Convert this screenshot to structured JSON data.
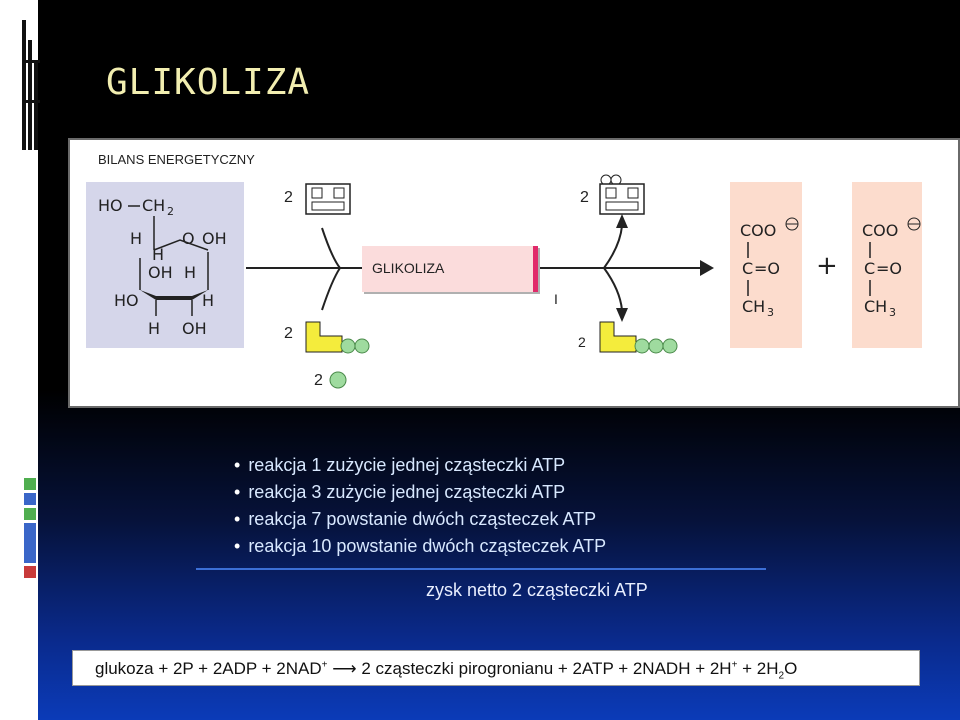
{
  "slide": {
    "title": "GLIKOLIZA",
    "panel_label": "BILANS ENERGETYCZNY",
    "process_label": "GLIKOLIZA",
    "molecule_counts": {
      "nad_in": "2",
      "nadh_out": "2",
      "adp_in": "2",
      "p_in": "2",
      "atp_out": "2",
      "roman_one": "I"
    },
    "glucose_atoms": {
      "ho": "HO",
      "ch2": "CH",
      "ch2_sub": "2",
      "o": "O",
      "oh": "OH",
      "h": "H"
    },
    "pyruvate_atoms": {
      "coo": "COO",
      "c": "C",
      "eq_o": "=O",
      "ch3": "CH",
      "ch3_sub": "3",
      "plus": "+"
    },
    "bullets": [
      "reakcja 1 zużycie jednej cząsteczki ATP",
      "reakcja 3 zużycie jednej cząsteczki ATP",
      "reakcja 7 powstanie dwóch cząsteczek ATP",
      "reakcja 10 powstanie dwóch cząsteczek ATP"
    ],
    "summary": "zysk netto 2 cząsteczki ATP",
    "equation": {
      "part1": "glukoza + 2P + 2ADP + 2NAD",
      "sup1": "+",
      "arrow": " ⟶ ",
      "part2": "2 cząsteczki pirogronianu + 2ATP + 2NADH + 2H",
      "sup2": "+",
      "part3": " + 2H",
      "sub1": "2",
      "part4": "O"
    },
    "colors": {
      "title": "#f2eeb0",
      "glucose_bg": "#d5d6ea",
      "pyruvate_bg": "#fcdccd",
      "atp_yellow": "#f4ec3c",
      "phosphate_green": "#9fdb9f",
      "accent": "#e02a6a"
    }
  }
}
